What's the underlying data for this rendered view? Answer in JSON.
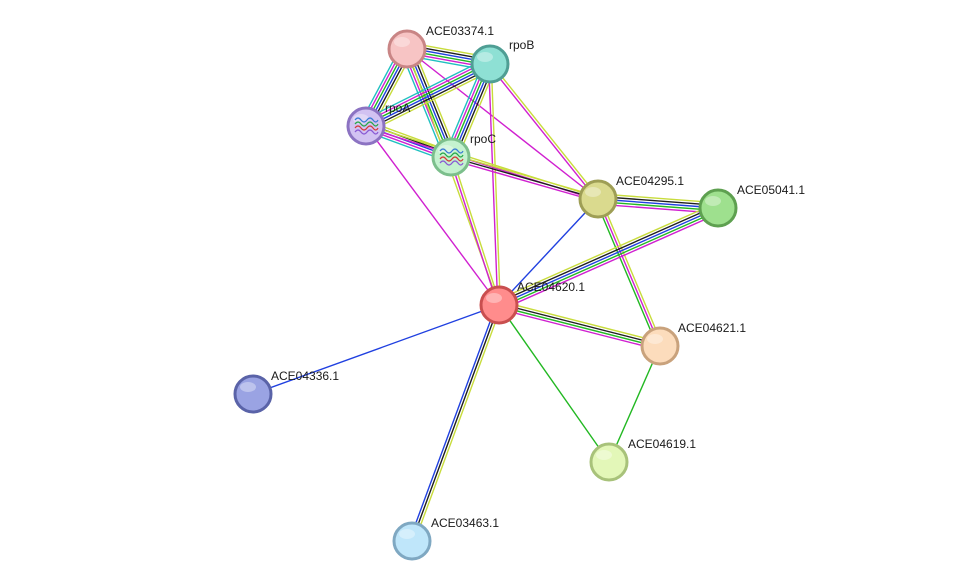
{
  "network": {
    "nodes": [
      {
        "id": "ACE03374.1",
        "label": "ACE03374.1",
        "fill": "#f7c4c4",
        "stroke": "#c98585",
        "has_structure": false
      },
      {
        "id": "rpoB",
        "label": "rpoB",
        "fill": "#8ee0d4",
        "stroke": "#4f9e94",
        "has_structure": false
      },
      {
        "id": "rpoA",
        "label": "rpoA",
        "fill": "#d2c2f2",
        "stroke": "#8c73c2",
        "has_structure": true
      },
      {
        "id": "rpoC",
        "label": "rpoC",
        "fill": "#c4f2cf",
        "stroke": "#7cbf8c",
        "has_structure": true
      },
      {
        "id": "ACE04295.1",
        "label": "ACE04295.1",
        "fill": "#dada8e",
        "stroke": "#9e9e55",
        "has_structure": false
      },
      {
        "id": "ACE05041.1",
        "label": "ACE05041.1",
        "fill": "#9ee08e",
        "stroke": "#5ea050",
        "has_structure": false
      },
      {
        "id": "ACE04620.1",
        "label": "ACE04620.1",
        "fill": "#ff8c8c",
        "stroke": "#c94f4f",
        "has_structure": false
      },
      {
        "id": "ACE04621.1",
        "label": "ACE04621.1",
        "fill": "#fcdcbc",
        "stroke": "#c9a27c",
        "has_structure": false
      },
      {
        "id": "ACE04336.1",
        "label": "ACE04336.1",
        "fill": "#9aa3e3",
        "stroke": "#5a63a8",
        "has_structure": false
      },
      {
        "id": "ACE04619.1",
        "label": "ACE04619.1",
        "fill": "#e3f7b8",
        "stroke": "#a8c27a",
        "has_structure": false
      },
      {
        "id": "ACE03463.1",
        "label": "ACE03463.1",
        "fill": "#bfe6fa",
        "stroke": "#7fa8c2",
        "has_structure": false
      }
    ],
    "edge_colors": {
      "textmining": "#c8dc3c",
      "coexpression": "#1f1f1f",
      "cooccurrence": "#2040e0",
      "neighborhood": "#22b822",
      "experimental": "#d020d0",
      "database": "#20c0c0",
      "homology": "#8888ff"
    },
    "edges": [
      {
        "source": "ACE03374.1",
        "target": "rpoB",
        "types": [
          "textmining",
          "coexpression",
          "cooccurrence",
          "neighborhood",
          "experimental",
          "database"
        ]
      },
      {
        "source": "ACE03374.1",
        "target": "rpoA",
        "types": [
          "textmining",
          "coexpression",
          "cooccurrence",
          "neighborhood",
          "experimental",
          "database"
        ]
      },
      {
        "source": "ACE03374.1",
        "target": "rpoC",
        "types": [
          "textmining",
          "coexpression",
          "cooccurrence",
          "neighborhood",
          "experimental",
          "database"
        ]
      },
      {
        "source": "ACE03374.1",
        "target": "ACE04295.1",
        "types": [
          "experimental"
        ]
      },
      {
        "source": "ACE03374.1",
        "target": "ACE04620.1",
        "types": [
          "textmining"
        ]
      },
      {
        "source": "rpoB",
        "target": "rpoA",
        "types": [
          "textmining",
          "coexpression",
          "cooccurrence",
          "neighborhood",
          "experimental",
          "database"
        ]
      },
      {
        "source": "rpoB",
        "target": "rpoC",
        "types": [
          "textmining",
          "coexpression",
          "cooccurrence",
          "neighborhood",
          "experimental",
          "database"
        ]
      },
      {
        "source": "rpoB",
        "target": "ACE04295.1",
        "types": [
          "textmining",
          "experimental"
        ]
      },
      {
        "source": "rpoB",
        "target": "ACE04620.1",
        "types": [
          "textmining",
          "experimental"
        ]
      },
      {
        "source": "rpoA",
        "target": "rpoC",
        "types": [
          "textmining",
          "coexpression",
          "cooccurrence",
          "experimental",
          "database"
        ]
      },
      {
        "source": "rpoA",
        "target": "ACE04295.1",
        "types": [
          "textmining",
          "experimental"
        ]
      },
      {
        "source": "rpoA",
        "target": "ACE04620.1",
        "types": [
          "experimental"
        ]
      },
      {
        "source": "rpoC",
        "target": "ACE04295.1",
        "types": [
          "textmining",
          "coexpression",
          "experimental"
        ]
      },
      {
        "source": "rpoC",
        "target": "ACE04620.1",
        "types": [
          "textmining",
          "experimental"
        ]
      },
      {
        "source": "ACE04295.1",
        "target": "ACE05041.1",
        "types": [
          "textmining",
          "coexpression",
          "cooccurrence",
          "neighborhood",
          "experimental"
        ]
      },
      {
        "source": "ACE04295.1",
        "target": "ACE04620.1",
        "types": [
          "cooccurrence"
        ]
      },
      {
        "source": "ACE04295.1",
        "target": "ACE04621.1",
        "types": [
          "textmining",
          "experimental",
          "neighborhood"
        ]
      },
      {
        "source": "ACE04620.1",
        "target": "ACE05041.1",
        "types": [
          "textmining",
          "coexpression",
          "cooccurrence",
          "neighborhood",
          "experimental"
        ]
      },
      {
        "source": "ACE04620.1",
        "target": "ACE04621.1",
        "types": [
          "textmining",
          "coexpression",
          "neighborhood",
          "experimental"
        ]
      },
      {
        "source": "ACE04620.1",
        "target": "ACE04336.1",
        "types": [
          "cooccurrence"
        ]
      },
      {
        "source": "ACE04620.1",
        "target": "ACE04619.1",
        "types": [
          "neighborhood"
        ]
      },
      {
        "source": "ACE04620.1",
        "target": "ACE03463.1",
        "types": [
          "textmining",
          "coexpression",
          "cooccurrence"
        ]
      },
      {
        "source": "ACE04621.1",
        "target": "ACE04619.1",
        "types": [
          "neighborhood"
        ]
      }
    ]
  }
}
